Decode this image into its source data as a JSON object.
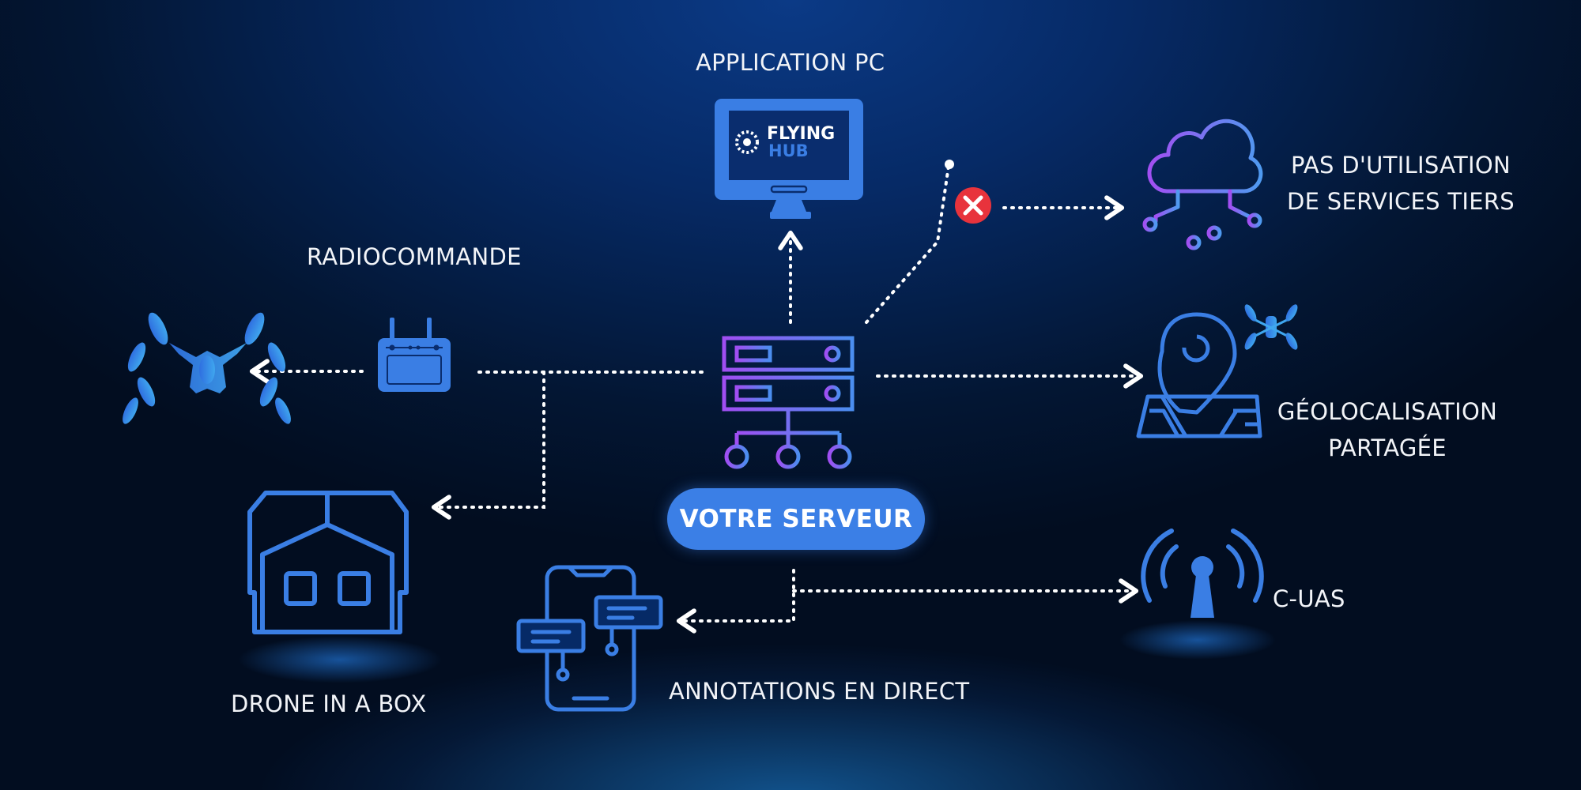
{
  "labels": {
    "app_pc": "APPLICATION PC",
    "radiocommande": "RADIOCOMMANDE",
    "no_third_party_line1": "PAS D'UTILISATION",
    "no_third_party_line2": "DE SERVICES TIERS",
    "geoloc_line1": "GÉOLOCALISATION",
    "geoloc_line2": "PARTAGÉE",
    "cuas": "C-UAS",
    "drone_in_a_box": "DRONE IN A BOX",
    "annotations": "ANNOTATIONS EN DIRECT",
    "server": "VOTRE SERVEUR"
  },
  "monitor_logo": {
    "line1": "FLYING",
    "line2": "HUB"
  },
  "colors": {
    "accent_blue": "#3b7fe6",
    "purple": "#9a4df0",
    "reject_red": "#e8333c",
    "connector": "#ffffff"
  },
  "icons": [
    "monitor-icon",
    "cloud-network-icon",
    "server-icon",
    "remote-controller-icon",
    "drone-icon",
    "map-pin-icon",
    "antenna-icon",
    "drone-box-icon",
    "smartphone-chat-icon",
    "blocked-icon"
  ]
}
